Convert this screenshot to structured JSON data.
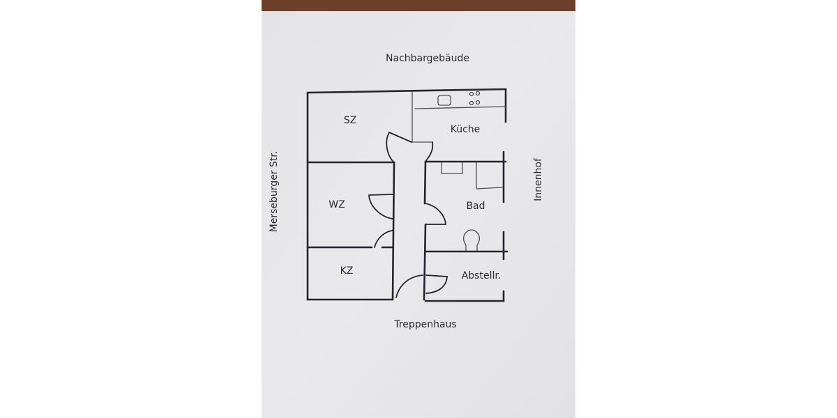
{
  "plan": {
    "labels": {
      "top": "Nachbargebäude",
      "bottom": "Treppenhaus",
      "left": "Merseburger Str.",
      "right": "Innenhof"
    },
    "rooms": {
      "sz": "SZ",
      "kueche": "Küche",
      "wz": "WZ",
      "bad": "Bad",
      "kz": "KZ",
      "abstellr": "Abstellr."
    }
  },
  "colors": {
    "paper": "#e6e6e8",
    "ink": "#23242e",
    "table": "#6b3f2a"
  }
}
